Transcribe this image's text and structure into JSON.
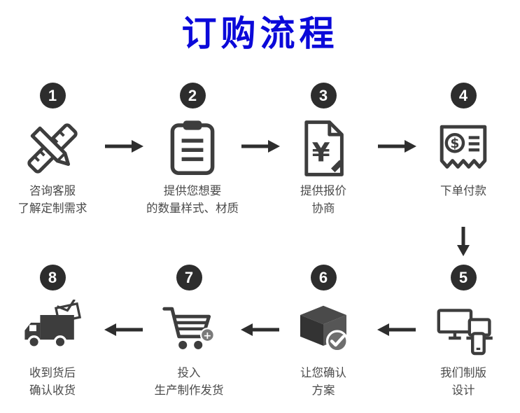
{
  "title": "订购流程",
  "steps": [
    {
      "num": "1",
      "line1": "咨询客服",
      "line2": "了解定制需求"
    },
    {
      "num": "2",
      "line1": "提供您想要",
      "line2": "的数量样式、材质"
    },
    {
      "num": "3",
      "line1": "提供报价",
      "line2": "协商"
    },
    {
      "num": "4",
      "line1": "下单付款",
      "line2": ""
    },
    {
      "num": "5",
      "line1": "我们制版",
      "line2": "设计"
    },
    {
      "num": "6",
      "line1": "让您确认",
      "line2": "方案"
    },
    {
      "num": "7",
      "line1": "投入",
      "line2": "生产制作发货"
    },
    {
      "num": "8",
      "line1": "收到货后",
      "line2": "确认收货"
    }
  ],
  "icons": {
    "yen_glyph": "¥",
    "dollar_glyph": "$",
    "plus_glyph": "+"
  },
  "colors": {
    "title_blue": "#0b09d9",
    "icon_gray": "#3d3d3d",
    "circle_black": "#2d2d2d",
    "label_gray": "#4a4a4a"
  }
}
